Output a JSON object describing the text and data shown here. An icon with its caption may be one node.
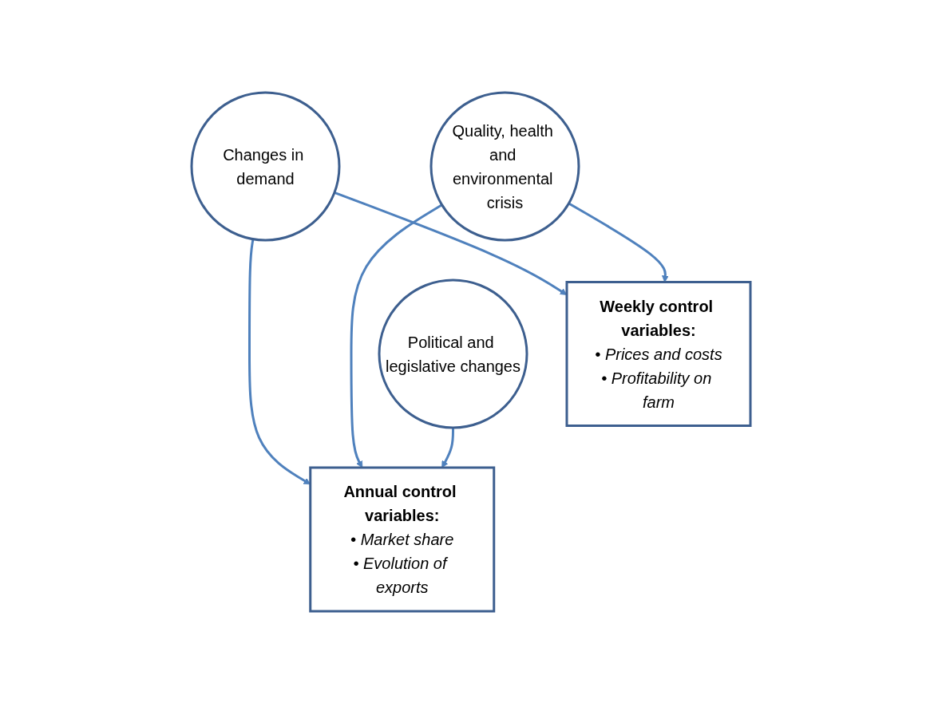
{
  "diagram": {
    "nodes": [
      {
        "text": [
          "Changes in demand"
        ]
      },
      {
        "text": [
          "Weekly control variables:",
          "• Prices and costs",
          "• Profitability on farm"
        ]
      },
      {
        "text": [
          "Quality, health and environmental crisis"
        ]
      },
      {
        "text": [
          "Annual control variables:",
          "• Market share",
          "• Evolution of exports"
        ]
      },
      {
        "text": [
          "Political and legislative changes"
        ]
      }
    ],
    "edges": [
      {
        "from": 0,
        "to": 1,
        "arrow": "to"
      },
      {
        "from": 2,
        "to": 1,
        "arrow": "to"
      },
      {
        "from": 0,
        "to": 3,
        "arrow": "to"
      },
      {
        "from": 2,
        "to": 3,
        "arrow": "to"
      },
      {
        "from": 4,
        "to": 3,
        "arrow": "to"
      }
    ]
  }
}
